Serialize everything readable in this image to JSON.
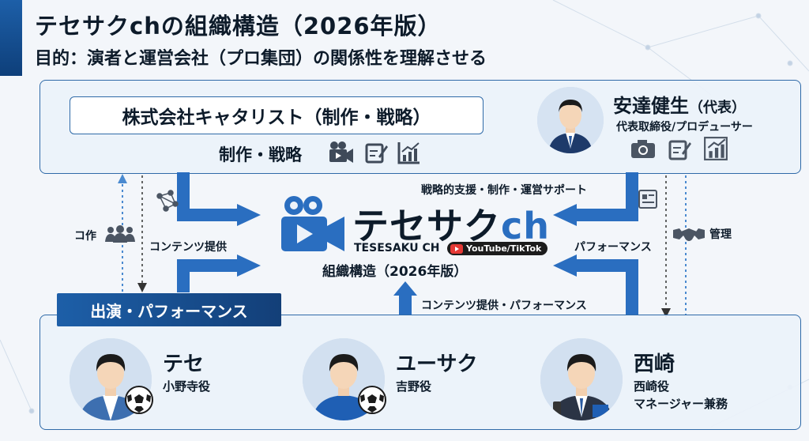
{
  "header": {
    "title": "テセサクchの組織構造（2026年版）",
    "subtitle": "目的：演者と運営会社（プロ集団）の関係性を理解させる"
  },
  "company": {
    "name": "株式会社キャタリスト（制作・戦略）",
    "function_label": "制作・戦略"
  },
  "ceo": {
    "name": "安達健生",
    "name_suffix": "（代表）",
    "title": "代表取締役/プロデューサー"
  },
  "center": {
    "logo_text": "テセサク",
    "logo_suffix": "ch",
    "romaji": "TESESAKU CH",
    "platform_badge": "YouTube/TikTok",
    "caption": "組織構造（2026年版）"
  },
  "arrows": {
    "cowork": "コ作",
    "content_provide": "コンテンツ提供",
    "strategy_support": "戦略的支援・制作・運営サポート",
    "performance": "パフォーマンス",
    "management": "管理",
    "content_performance": "コンテンツ提供・パフォーマンス"
  },
  "performers": {
    "ribbon": "出演・パフォーマンス",
    "items": [
      {
        "name": "テセ",
        "role": "小野寺役"
      },
      {
        "name": "ユーサク",
        "role": "吉野役"
      },
      {
        "name": "西崎",
        "role": "西崎役",
        "role2": "マネージャー兼務"
      }
    ]
  },
  "colors": {
    "primary": "#1d5fa8",
    "dark_navy": "#133f78",
    "arrow_blue": "#2a6ec0",
    "text": "#0d1b2a"
  },
  "icons": [
    "video-camera-icon",
    "edit-icon",
    "chart-icon",
    "network-icon",
    "people-icon",
    "handshake-icon",
    "document-icon",
    "soccer-ball-icon",
    "youtube-icon"
  ]
}
